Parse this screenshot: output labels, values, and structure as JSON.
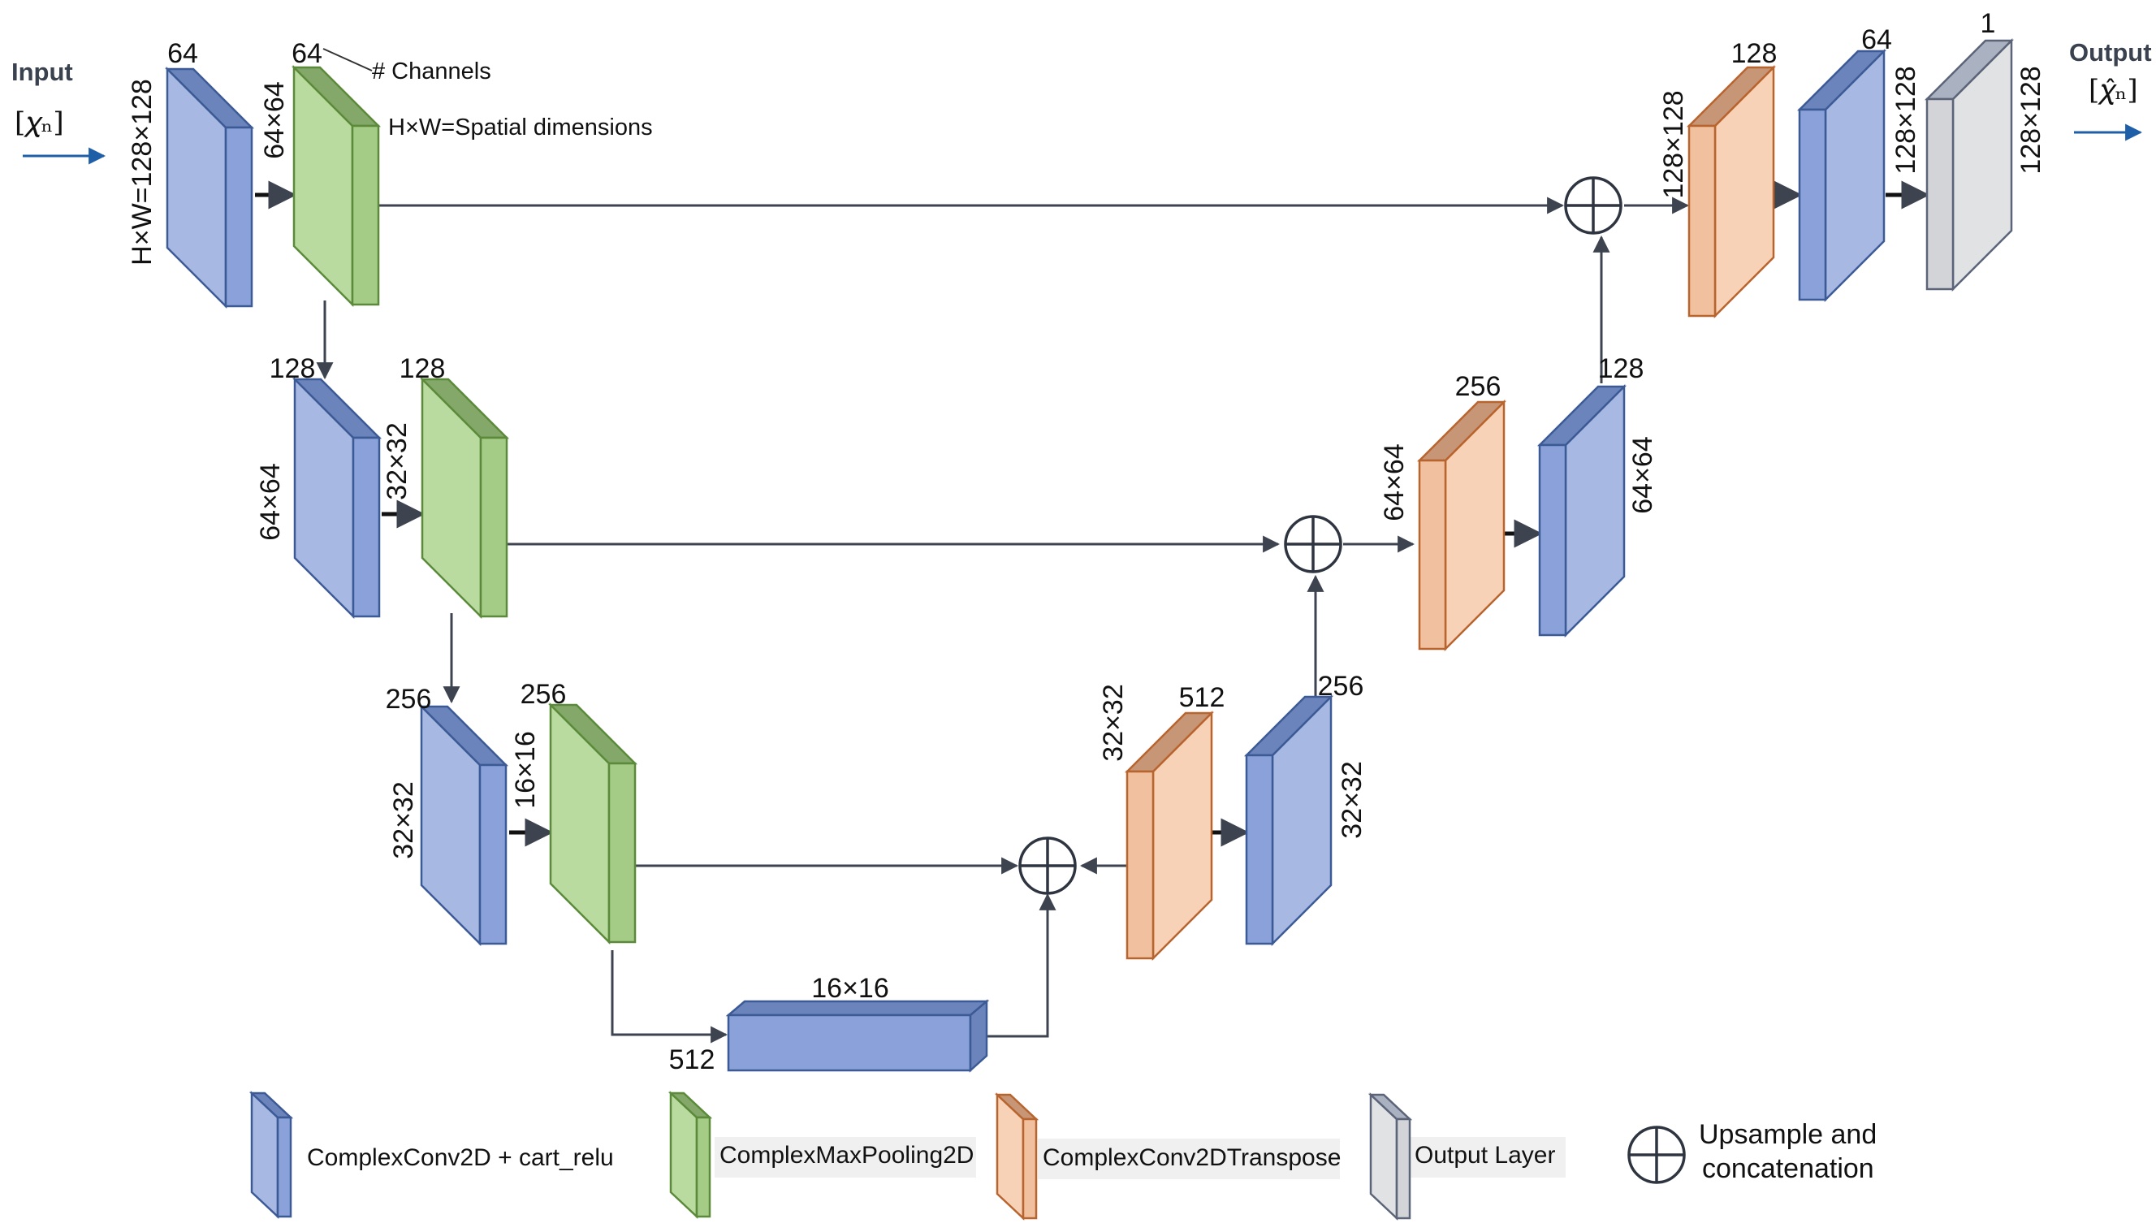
{
  "input": {
    "title": "Input",
    "symbol": "[𝜒ₙ]"
  },
  "output": {
    "title": "Output",
    "symbol": "[𝜒̂ₙ]"
  },
  "annotations": {
    "channels": "# Channels",
    "spatial": "H×W=Spatial dimensions"
  },
  "encoder": {
    "row1": {
      "conv_channels": "64",
      "conv_dims": "H×W=128×128",
      "pool_channels": "64",
      "pool_dims": "64×64"
    },
    "row2": {
      "conv_channels": "128",
      "conv_dims": "64×64",
      "pool_channels": "128",
      "pool_dims": "32×32"
    },
    "row3": {
      "conv_channels": "256",
      "conv_dims": "32×32",
      "pool_channels": "256",
      "pool_dims": "16×16"
    }
  },
  "bottleneck": {
    "dims": "16×16",
    "channels": "512"
  },
  "decoder": {
    "row3": {
      "trans_channels": "512",
      "trans_dims": "32×32",
      "conv_channels": "256",
      "conv_dims": "32×32"
    },
    "row2": {
      "trans_channels": "256",
      "trans_dims": "64×64",
      "conv_channels": "128",
      "conv_dims": "64×64"
    },
    "row1": {
      "trans_channels": "128",
      "trans_dims": "128×128",
      "conv_channels": "64",
      "conv_dims": "128×128",
      "out_channels": "1",
      "out_dims": "128×128"
    }
  },
  "legend": {
    "conv": "ComplexConv2D + cart_relu",
    "pool": "ComplexMaxPooling2D",
    "transpose": "ComplexConv2DTranspose",
    "output": "Output Layer",
    "concat_line1": "Upsample and",
    "concat_line2": "concatenation"
  },
  "colors": {
    "conv": {
      "face": "#a7b9e2",
      "side": "#8aa2d9",
      "top": "#6b84bb",
      "stroke": "#3c5a96"
    },
    "pool": {
      "face": "#badba0",
      "side": "#a4cc86",
      "top": "#84a86a",
      "stroke": "#5b8a3a"
    },
    "transpose": {
      "face": "#f7d2b6",
      "side": "#f1c09f",
      "top": "#c69676",
      "stroke": "#b8642f"
    },
    "output": {
      "face": "#e1e2e4",
      "side": "#d3d4d7",
      "top": "#aab1c0",
      "stroke": "#5b6478"
    },
    "arrow": "#3d4450",
    "io_arrow": "#1f5fa8"
  }
}
